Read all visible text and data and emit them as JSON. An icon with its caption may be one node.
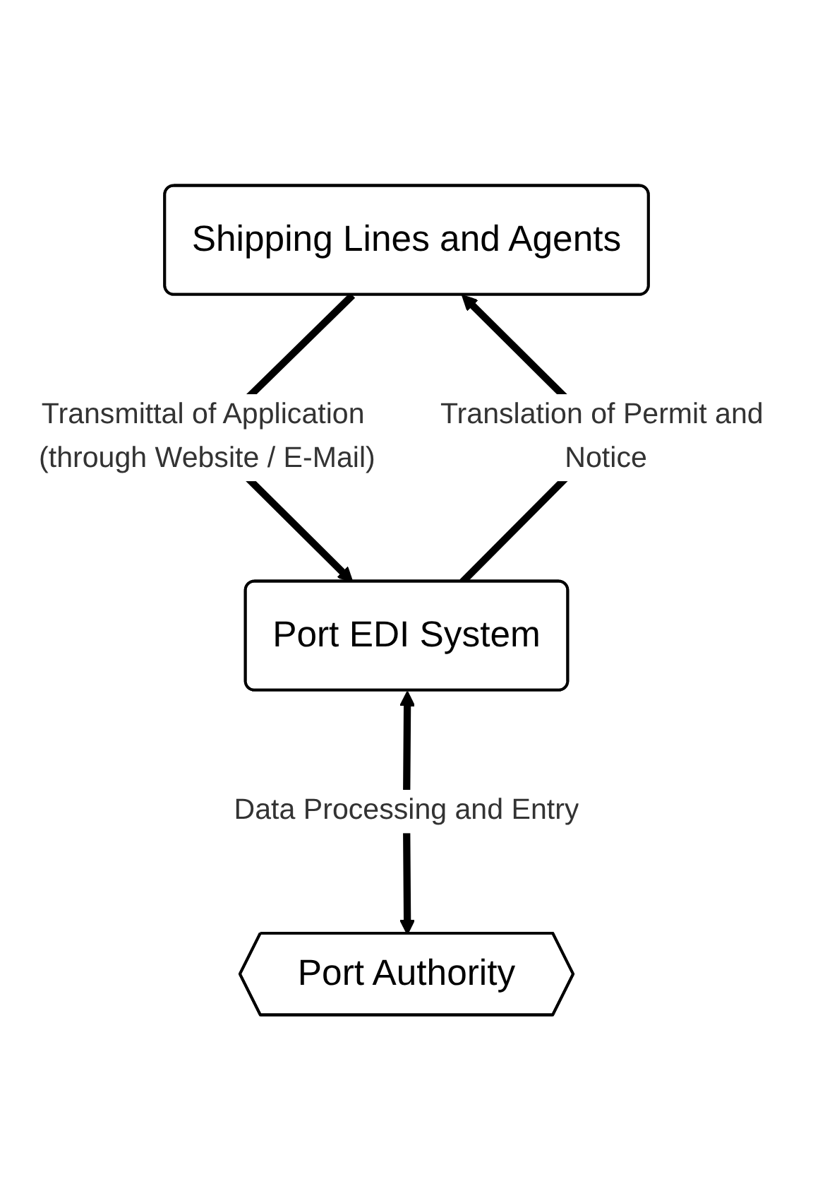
{
  "diagram": {
    "nodes": [
      {
        "text": [
          "Shipping Lines and Agents"
        ]
      },
      {
        "text": [
          "Port EDI System"
        ]
      },
      {
        "text": [
          "Port Authority"
        ]
      }
    ],
    "edges": [
      {
        "from": 0,
        "to": 1,
        "arrow": "to",
        "label": "Transmittal of Application (through Website / E-Mail)"
      },
      {
        "from": 1,
        "to": 0,
        "arrow": "to",
        "label": "Translation of Permit and Notice"
      },
      {
        "from": 1,
        "to": 2,
        "arrow": "both",
        "label": "Data Processing and Entry"
      }
    ]
  }
}
